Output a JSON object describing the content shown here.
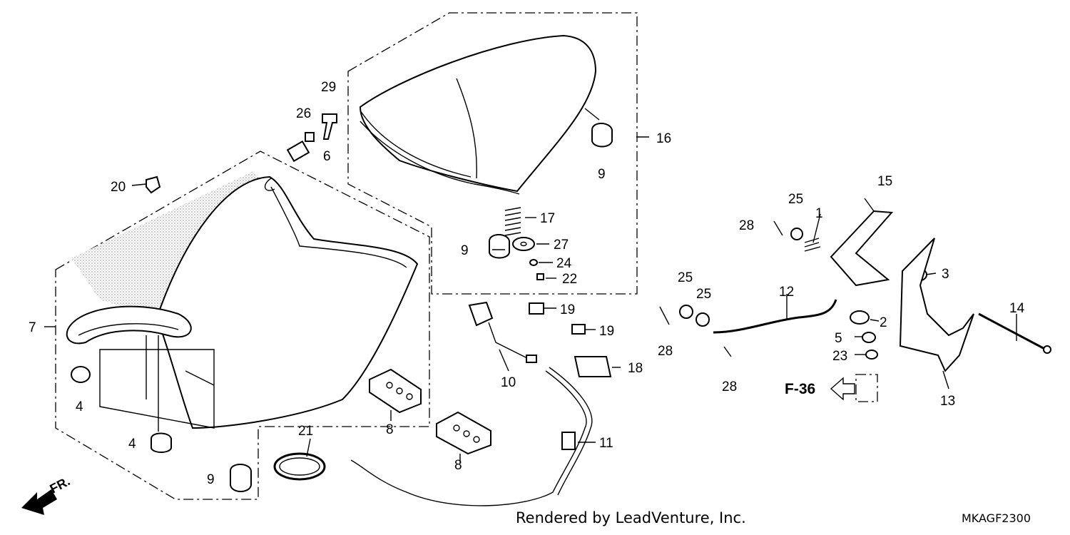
{
  "callouts": {
    "p1": "1",
    "p2": "2",
    "p3": "3",
    "p4a": "4",
    "p4b": "4",
    "p5": "5",
    "p6": "6",
    "p7": "7",
    "p8a": "8",
    "p8b": "8",
    "p9a": "9",
    "p9b": "9",
    "p9c": "9",
    "p10": "10",
    "p11": "11",
    "p12": "12",
    "p13": "13",
    "p14": "14",
    "p15": "15",
    "p16": "16",
    "p17": "17",
    "p18": "18",
    "p19a": "19",
    "p19b": "19",
    "p20": "20",
    "p21": "21",
    "p22": "22",
    "p23": "23",
    "p24": "24",
    "p25a": "25",
    "p25b": "25",
    "p25c": "25",
    "p26": "26",
    "p27": "27",
    "p28a": "28",
    "p28b": "28",
    "p28c": "28",
    "p29": "29"
  },
  "reference": {
    "label": "F-36"
  },
  "front_marker": {
    "label": "FR."
  },
  "footer": {
    "credit": "Rendered by LeadVenture, Inc.",
    "code": "MKAGF2300"
  }
}
